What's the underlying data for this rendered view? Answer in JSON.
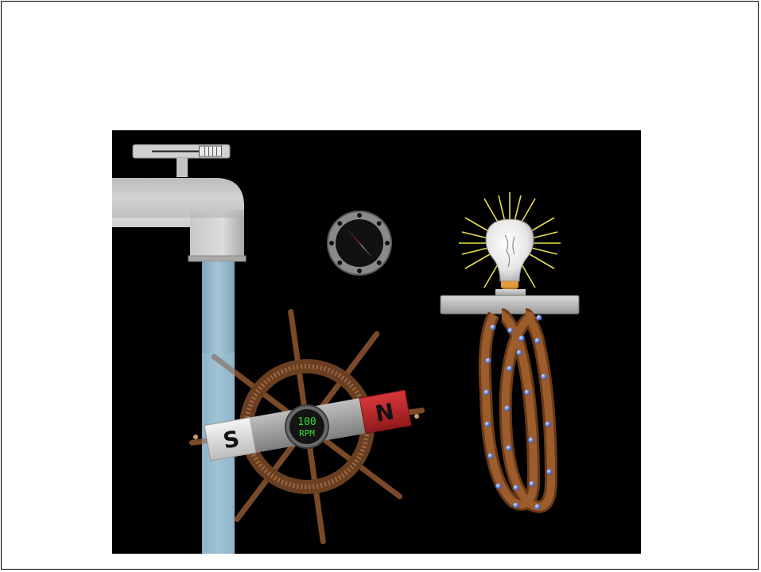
{
  "simulation": {
    "generator_speed_value": "100",
    "generator_speed_unit": "RPM",
    "magnet_south_label": "S",
    "magnet_north_label": "N",
    "faucet_flow_level": 0.85,
    "colors": {
      "background": "#000000",
      "water": "#8fb4c8",
      "faucet": "#c8c8c8",
      "wheel": "#7a4a28",
      "magnet_north": "#c0282c",
      "magnet_south": "#e8e8e8",
      "rpm_text": "#33dd33",
      "coil": "#8a5228",
      "electron": "#6f8fe0",
      "bulb_rays": "#e6e04a"
    },
    "icons": [
      "faucet-icon",
      "compass-icon",
      "water-wheel-icon",
      "bar-magnet-icon",
      "light-bulb-icon",
      "coil-icon"
    ]
  }
}
